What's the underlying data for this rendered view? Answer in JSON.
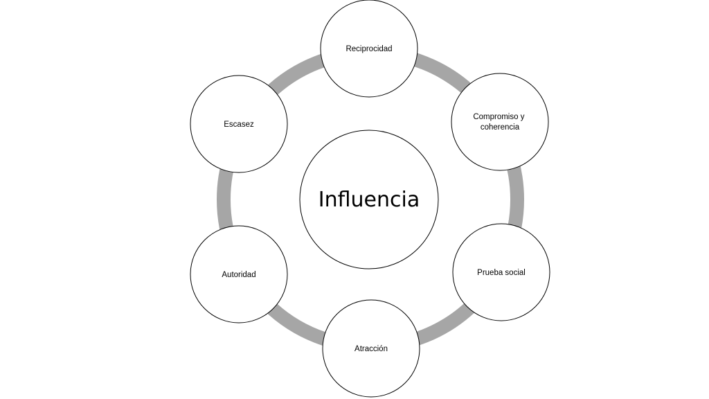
{
  "center": {
    "label": "Influencia"
  },
  "nodes": [
    {
      "id": "reciprocidad",
      "lines": [
        "Reciprocidad"
      ]
    },
    {
      "id": "compromiso",
      "lines": [
        "Compromiso y",
        "coherencia"
      ]
    },
    {
      "id": "prueba-social",
      "lines": [
        "Prueba social"
      ]
    },
    {
      "id": "atraccion",
      "lines": [
        "Atracción"
      ]
    },
    {
      "id": "autoridad",
      "lines": [
        "Autoridad"
      ]
    },
    {
      "id": "escasez",
      "lines": [
        "Escasez"
      ]
    }
  ],
  "colors": {
    "ring": "#a6a6a6",
    "circle_stroke": "#000000",
    "circle_fill": "#ffffff",
    "text": "#000000"
  }
}
